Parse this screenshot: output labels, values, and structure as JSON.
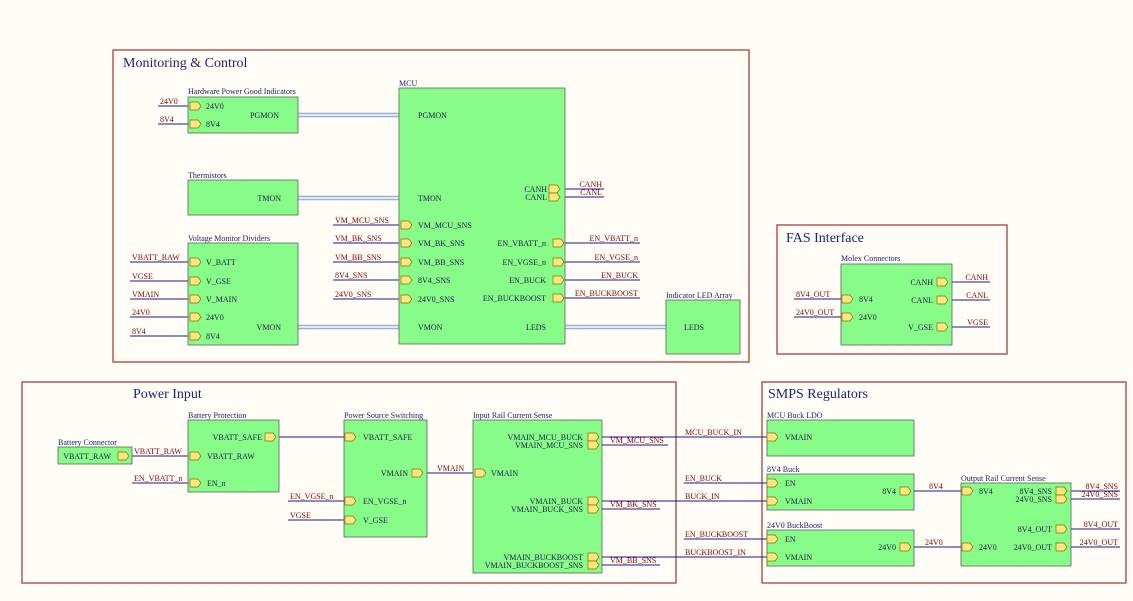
{
  "groups": {
    "monitoring": "Monitoring & Control",
    "fas": "FAS Interface",
    "power": "Power Input",
    "smps": "SMPS Regulators"
  },
  "blocks": {
    "hpgi": {
      "title": "Hardware Power Good Indicators",
      "pins": [
        "24V0",
        "8V4",
        "PGMON"
      ]
    },
    "therm": {
      "title": "Thermistors",
      "pins": [
        "TMON"
      ]
    },
    "vmd": {
      "title": "Voltage Monitor Dividers",
      "pins": [
        "V_BATT",
        "V_GSE",
        "V_MAIN",
        "24V0",
        "8V4",
        "VMON"
      ]
    },
    "mcu": {
      "title": "MCU",
      "pins": [
        "PGMON",
        "TMON",
        "CANH",
        "CANL",
        "VM_MCU_SNS",
        "VM_BK_SNS",
        "VM_BB_SNS",
        "8V4_SNS",
        "24V0_SNS",
        "VMON",
        "EN_VBATT_n",
        "EN_VGSE_n",
        "EN_BUCK",
        "EN_BUCKBOOST",
        "LEDS"
      ]
    },
    "led": {
      "title": "Indicator LED Array",
      "pins": [
        "LEDS"
      ]
    },
    "molex": {
      "title": "Molex Connectors",
      "pins": [
        "8V4",
        "24V0",
        "CANH",
        "CANL",
        "V_GSE"
      ]
    },
    "batconn": {
      "title": "Battery Connector",
      "pins": [
        "VBATT_RAW"
      ]
    },
    "batprot": {
      "title": "Battery Protection",
      "pins": [
        "VBATT_SAFE",
        "VBATT_RAW",
        "EN_n"
      ]
    },
    "pss": {
      "title": "Power Source Switching",
      "pins": [
        "VBATT_SAFE",
        "VMAIN",
        "EN_VGSE_n",
        "V_GSE"
      ]
    },
    "ircs": {
      "title": "Input Rail Current Sense",
      "pins": [
        "VMAIN",
        "VMAIN_MCU_BUCK",
        "VMAIN_MCU_SNS",
        "VMAIN_BUCK",
        "VMAIN_BUCK_SNS",
        "VMAIN_BUCKBOOST",
        "VMAIN_BUCKBOOST_SNS"
      ]
    },
    "mcubuck": {
      "title": "MCU Buck LDO",
      "pins": [
        "VMAIN"
      ]
    },
    "buck": {
      "title": "8V4 Buck",
      "pins": [
        "EN",
        "VMAIN",
        "8V4"
      ]
    },
    "bb": {
      "title": "24V0 BuckBoost",
      "pins": [
        "EN",
        "VMAIN",
        "24V0"
      ]
    },
    "orcs": {
      "title": "Output Rail Current Sense",
      "pins": [
        "8V4",
        "24V0",
        "8V4_SNS",
        "24V0_SNS",
        "8V4_OUT",
        "24V0_OUT"
      ]
    }
  },
  "nets": {
    "hpgi_24v0": "24V0",
    "hpgi_8v4": "8V4",
    "vmd_vbatt": "VBATT_RAW",
    "vmd_vgse": "VGSE",
    "vmd_vmain": "VMAIN",
    "vmd_24v0": "24V0",
    "vmd_8v4": "8V4",
    "mcu_vm_mcu": "VM_MCU_SNS",
    "mcu_vm_bk": "VM_BK_SNS",
    "mcu_vm_bb": "VM_BB_SNS",
    "mcu_8v4": "8V4_SNS",
    "mcu_24v0": "24V0_SNS",
    "mcu_canh": "CANH",
    "mcu_canl": "CANL",
    "mcu_en_vbatt": "EN_VBATT_n",
    "mcu_en_vgse": "EN_VGSE_n",
    "mcu_en_buck": "EN_BUCK",
    "mcu_en_bb": "EN_BUCKBOOST",
    "fas_8v4": "8V4_OUT",
    "fas_24v0": "24V0_OUT",
    "fas_canh": "CANH",
    "fas_canl": "CANL",
    "fas_vgse": "VGSE",
    "bat_vbatt_raw": "VBATT_RAW",
    "bp_en": "EN_VBATT_n",
    "pss_en": "EN_VGSE_n",
    "pss_vgse": "VGSE",
    "vmain": "VMAIN",
    "vm_mcu_sns": "VM_MCU_SNS",
    "vm_bk_sns": "VM_BK_SNS",
    "vm_bb_sns": "VM_BB_SNS",
    "mcu_buck_in": "MCU_BUCK_IN",
    "buck_in": "BUCK_IN",
    "buckboost_in": "BUCKBOOST_IN",
    "en_buck": "EN_BUCK",
    "en_buckboost": "EN_BUCKBOOST",
    "n_8v4": "8V4",
    "n_24v0": "24V0",
    "o_8v4_sns": "8V4_SNS",
    "o_24v0_sns": "24V0_SNS",
    "o_8v4_out": "8V4_OUT",
    "o_24v0_out": "24V0_OUT"
  },
  "colors": {
    "block_fill": "#88fc88",
    "group_border": "#a03030",
    "wire": "#1a1a8c",
    "port_fill": "#ffe680",
    "harness": "#bcd4f0"
  }
}
